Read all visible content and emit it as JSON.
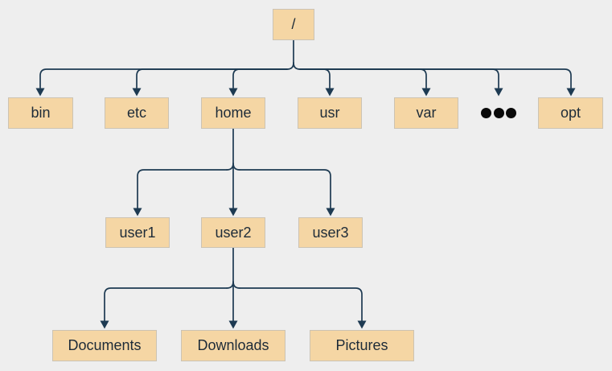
{
  "diagram_type": "filesystem-tree",
  "colors": {
    "background": "#eeeeee",
    "line": "#1d3a52",
    "box_fill": "#f5d6a4",
    "box_border": "#ccc3b3",
    "text": "#1d2b38"
  },
  "tree": {
    "root": {
      "label": "/"
    },
    "system_dirs": [
      {
        "label": "bin"
      },
      {
        "label": "etc"
      },
      {
        "label": "home"
      },
      {
        "label": "usr"
      },
      {
        "label": "var"
      },
      {
        "label": "opt"
      }
    ],
    "ellipsis": {
      "icon": "ellipsis-dots",
      "dot_count": 3
    },
    "home_children": [
      {
        "label": "user1"
      },
      {
        "label": "user2"
      },
      {
        "label": "user3"
      }
    ],
    "user2_children": [
      {
        "label": "Documents"
      },
      {
        "label": "Downloads"
      },
      {
        "label": "Pictures"
      }
    ]
  }
}
